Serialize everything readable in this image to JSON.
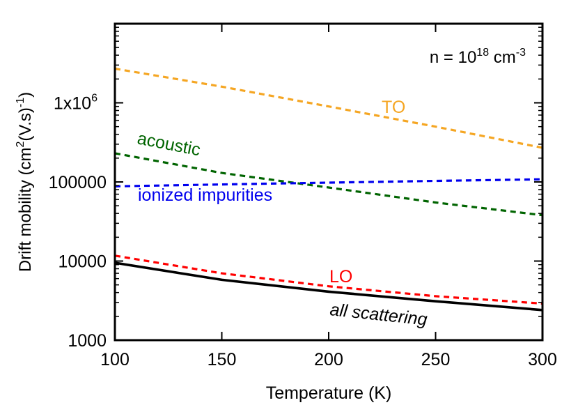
{
  "chart_data": {
    "type": "line",
    "xlabel": "Temperature (K)",
    "ylabel": "Drift mobility (cm²(V.s)⁻¹)",
    "ylabel_parts": {
      "main": "Drift mobility (cm",
      "sup1": "2",
      "mid": "(V.s)",
      "sup2": "-1",
      "end": ")"
    },
    "annotation": {
      "base": "n = 10",
      "sup1": "18",
      "mid": " cm",
      "sup2": "-3"
    },
    "xlim": [
      100,
      300
    ],
    "ylim": [
      1000,
      10000000
    ],
    "yscale": "log",
    "grid": false,
    "legend": "none",
    "x_ticks": [
      {
        "value": 100,
        "label": "100"
      },
      {
        "value": 150,
        "label": "150"
      },
      {
        "value": 200,
        "label": "200"
      },
      {
        "value": 250,
        "label": "250"
      },
      {
        "value": 300,
        "label": "300"
      }
    ],
    "y_ticks": [
      {
        "value": 1000,
        "label": "1000"
      },
      {
        "value": 10000,
        "label": "10000"
      },
      {
        "value": 100000,
        "label": "100000"
      },
      {
        "value": 1000000,
        "label": "1x10",
        "sup": "6"
      }
    ],
    "series": [
      {
        "label": "TO",
        "color": "#f5a623",
        "dash": true,
        "x": [
          100,
          150,
          200,
          250,
          300
        ],
        "y": [
          2700000,
          1600000,
          900000,
          500000,
          270000
        ]
      },
      {
        "label": "acoustic",
        "color": "#006400",
        "dash": true,
        "x": [
          100,
          150,
          200,
          250,
          300
        ],
        "y": [
          230000,
          130000,
          85000,
          55000,
          38000
        ]
      },
      {
        "label": "ionized impurities",
        "color": "#0000ee",
        "dash": true,
        "x": [
          100,
          150,
          200,
          250,
          300
        ],
        "y": [
          88000,
          93000,
          98000,
          103000,
          108000
        ]
      },
      {
        "label": "LO",
        "color": "#ff0000",
        "dash": true,
        "x": [
          100,
          150,
          200,
          250,
          300
        ],
        "y": [
          11700,
          7000,
          4800,
          3600,
          2900
        ]
      },
      {
        "label": "all scattering",
        "color": "#000000",
        "dash": false,
        "x": [
          100,
          150,
          200,
          250,
          300
        ],
        "y": [
          9500,
          5800,
          4100,
          3100,
          2400
        ]
      }
    ]
  }
}
